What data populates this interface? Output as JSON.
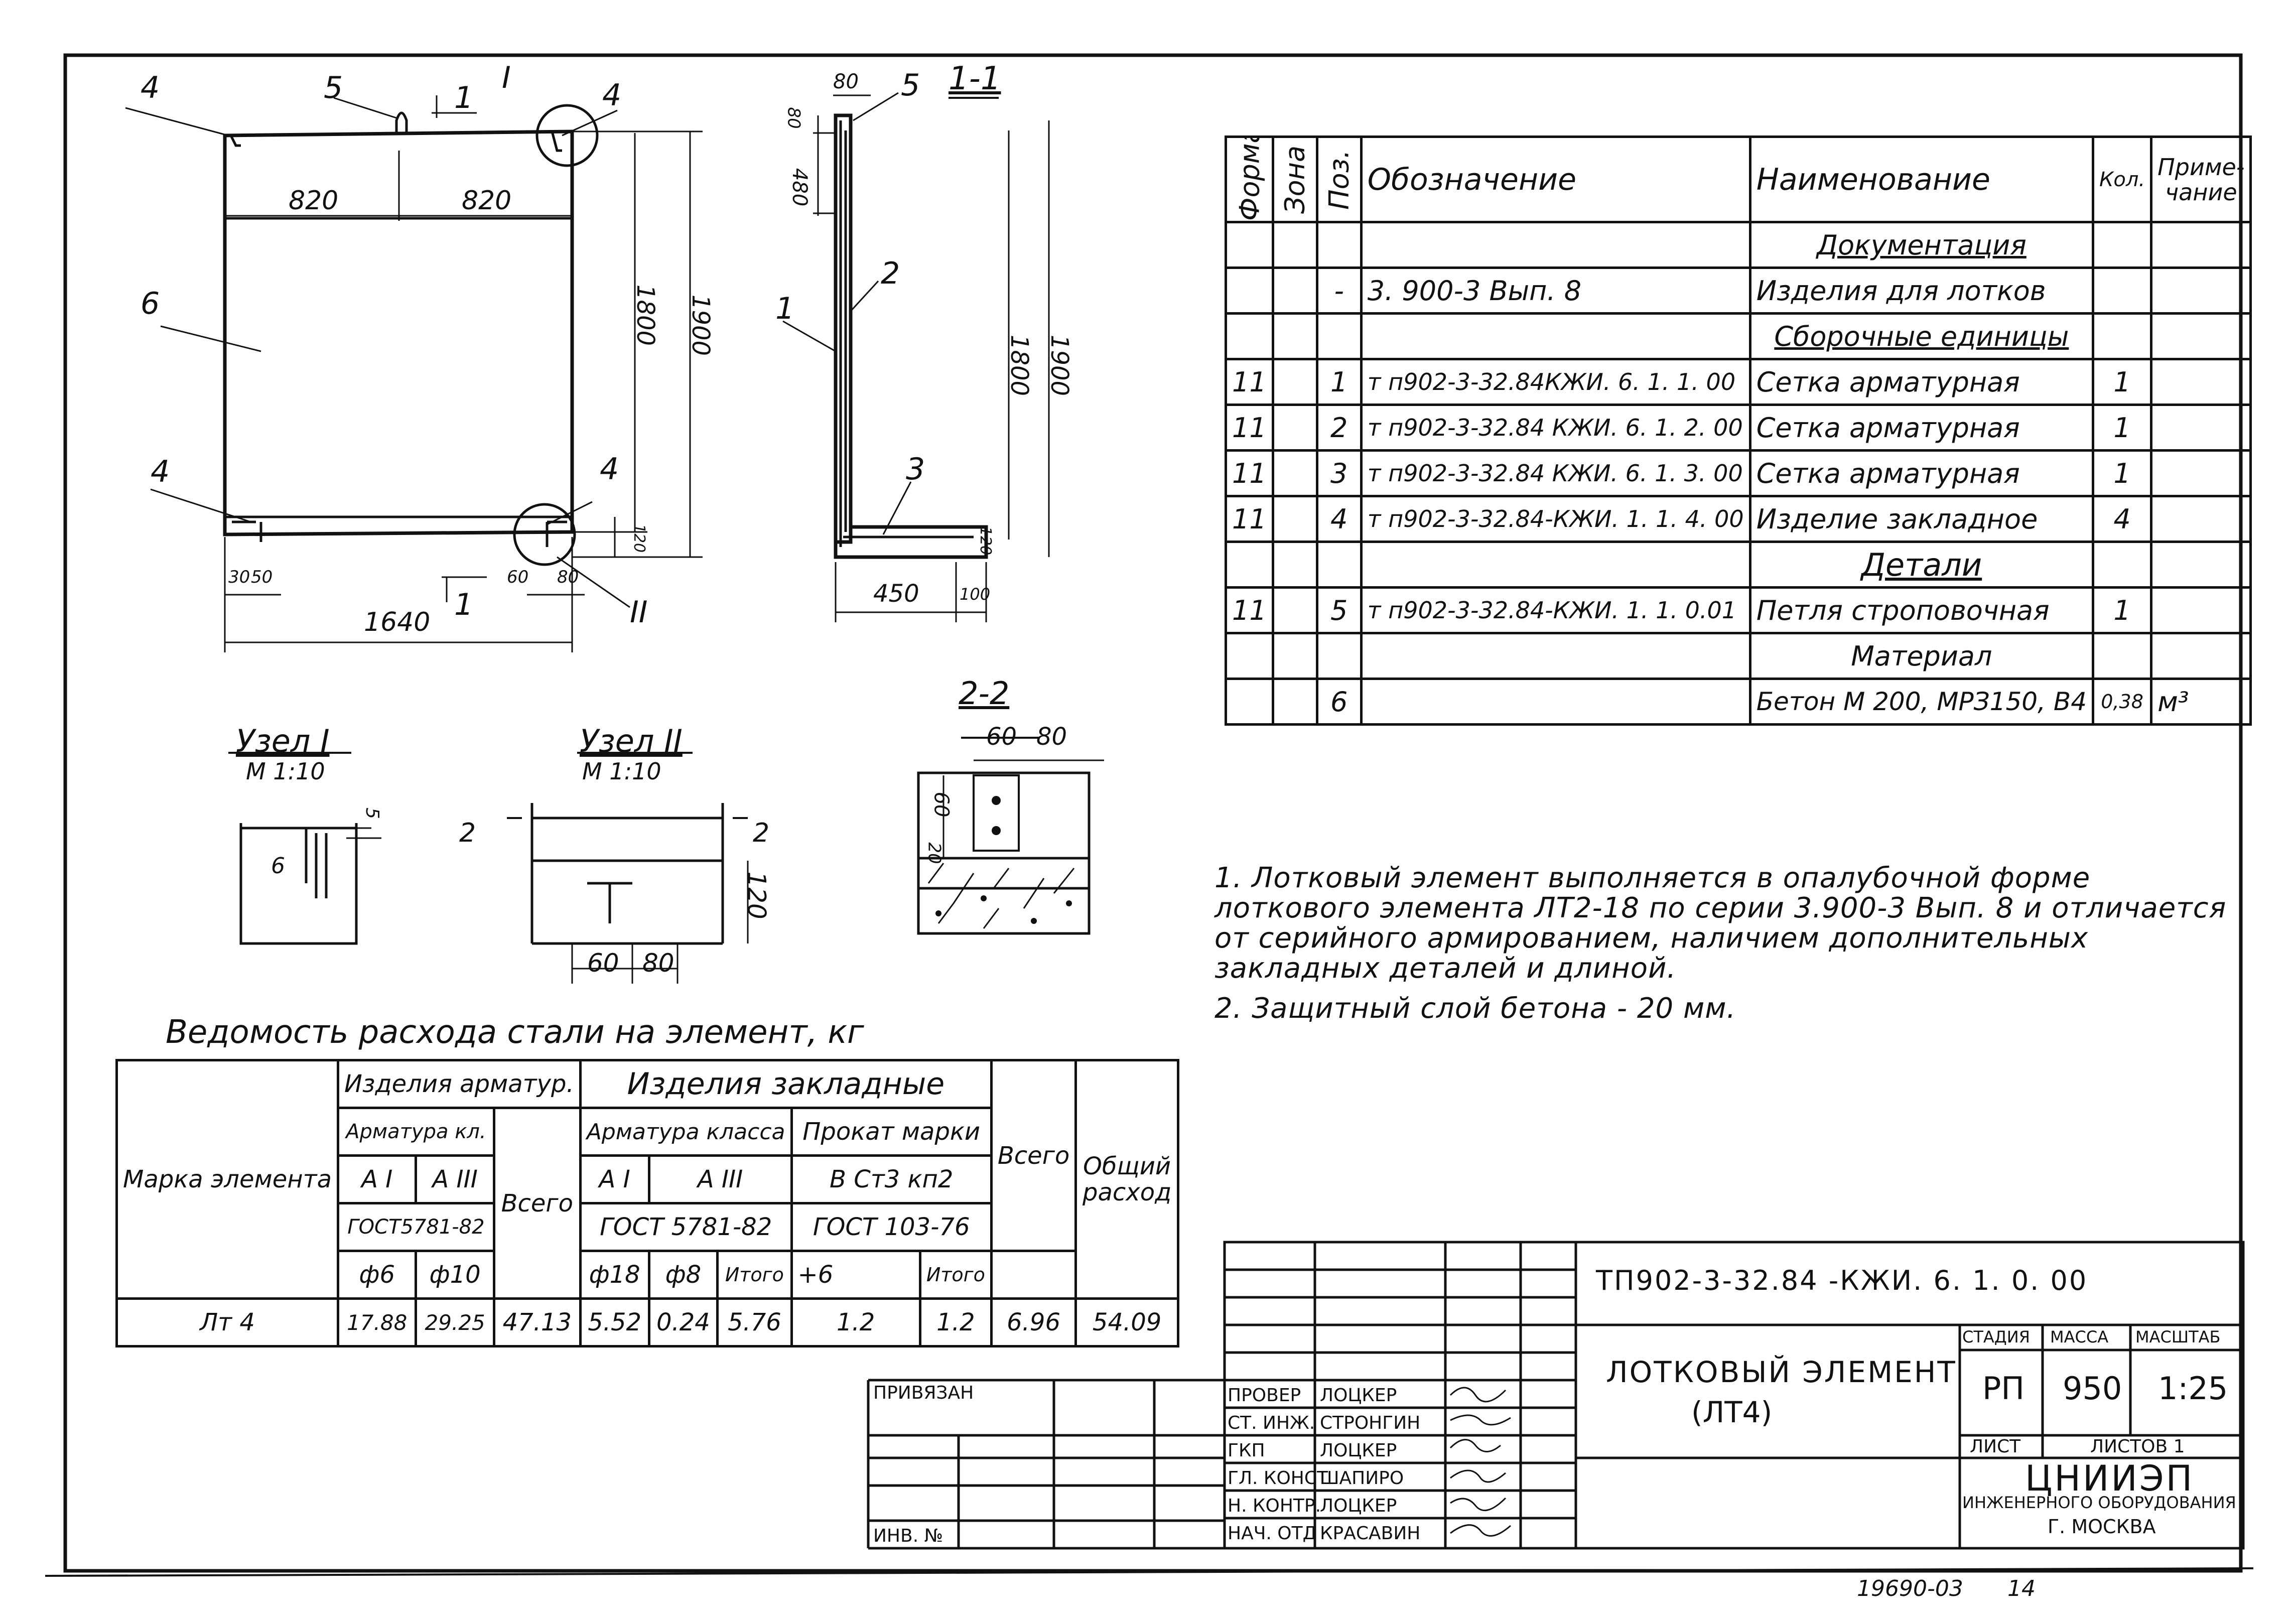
{
  "views": {
    "elevation": {
      "pos_labels": [
        "4",
        "5",
        "1",
        "I",
        "4",
        "6",
        "4",
        "4",
        "II",
        "1"
      ],
      "dims": [
        "820",
        "820",
        "1800",
        "1900",
        "1640",
        "30",
        "50",
        "60",
        "80",
        "120"
      ]
    },
    "section_1_1": {
      "title": "1-1",
      "pos_labels": [
        "80",
        "5",
        "1",
        "2",
        "3"
      ],
      "dims": [
        "80",
        "480",
        "1800",
        "1900",
        "450",
        "100",
        "120"
      ]
    },
    "node_1": {
      "title": "Узел I",
      "scale": "М 1:10",
      "labels": [
        "6",
        "5"
      ]
    },
    "node_2": {
      "title": "Узел II",
      "scale": "М 1:10",
      "labels": [
        "2",
        "2",
        "120",
        "60",
        "80"
      ]
    },
    "section_2_2": {
      "title": "2-2",
      "dims": [
        "60",
        "80",
        "60",
        "20"
      ]
    }
  },
  "spec_table": {
    "headers": {
      "format": "Формат",
      "zone": "Зона",
      "pos": "Поз.",
      "designation": "Обозначение",
      "name": "Наименование",
      "qty": "Кол.",
      "note": "Приме-чание"
    },
    "rows": [
      {
        "format": "",
        "pos": "",
        "designation": "",
        "name": "Документация",
        "qty": "",
        "note": "",
        "section": true
      },
      {
        "format": "",
        "pos": "-",
        "designation": "3. 900-3   Вып. 8",
        "name": "Изделия для лотков",
        "qty": "",
        "note": ""
      },
      {
        "format": "",
        "pos": "",
        "designation": "",
        "name": "Сборочные единицы",
        "qty": "",
        "note": "",
        "section": true
      },
      {
        "format": "11",
        "pos": "1",
        "designation": "т п902-3-32.84КЖИ. 6. 1. 1. 00",
        "name": "Сетка арматурная",
        "qty": "1",
        "note": ""
      },
      {
        "format": "11",
        "pos": "2",
        "designation": "т п902-3-32.84 КЖИ. 6. 1. 2. 00",
        "name": "Сетка арматурная",
        "qty": "1",
        "note": ""
      },
      {
        "format": "11",
        "pos": "3",
        "designation": "т п902-3-32.84 КЖИ. 6. 1. 3. 00",
        "name": "Сетка арматурная",
        "qty": "1",
        "note": ""
      },
      {
        "format": "11",
        "pos": "4",
        "designation": "т п902-3-32.84-КЖИ. 1. 1. 4. 00",
        "name": "Изделие закладное",
        "qty": "4",
        "note": ""
      },
      {
        "format": "",
        "pos": "",
        "designation": "",
        "name": "Детали",
        "qty": "",
        "note": "",
        "section": true
      },
      {
        "format": "11",
        "pos": "5",
        "designation": "т п902-3-32.84-КЖИ. 1. 1. 0.01",
        "name": "Петля строповочная",
        "qty": "1",
        "note": ""
      },
      {
        "format": "",
        "pos": "",
        "designation": "",
        "name": "Материал",
        "qty": "",
        "note": ""
      },
      {
        "format": "",
        "pos": "6",
        "designation": "",
        "name": "Бетон М 200, МРЗ150, В4",
        "qty": "0,38",
        "note": "м³"
      }
    ]
  },
  "notes": [
    "1. Лотковый элемент выполняется в опалубочной форме лоткового элемента ЛТ2-18 по серии 3.900-3 Вып. 8 и отличается от серийного армированием, наличием дополнительных закладных деталей и длиной.",
    "2. Защитный слой бетона - 20 мм."
  ],
  "steel_table": {
    "title": "Ведомость расхода стали на элемент, кг",
    "h_mark": "Марка элемента",
    "h_rebar_items": "Изделия арматур.",
    "h_embedded": "Изделия закладные",
    "h_rebar_class": "Арматура кл.",
    "h_total": "Всего",
    "h_rebar_class2": "Арматура класса",
    "h_rolled": "Прокат марки",
    "h_total2": "Всего",
    "h_overall": "Общий расход",
    "h_a1": "А I",
    "h_a3": "А III",
    "h_a1b": "А I",
    "h_a3b": "А III",
    "h_vst": "В Ст3 кп2",
    "h_gost1": "ГОСТ5781-82",
    "h_gost2": "ГОСТ 5781-82",
    "h_gost3": "ГОСТ 103-76",
    "h_d6": "ф6",
    "h_d10": "ф10",
    "h_d18": "ф18",
    "h_d8": "ф8",
    "h_itogo": "Итого",
    "h_plus6": "+6",
    "h_itogo2": "Итого",
    "row": {
      "mark": "Лт 4",
      "d6": "17.88",
      "d10": "29.25",
      "total": "47.13",
      "d18": "5.52",
      "d8": "0.24",
      "itogo": "5.76",
      "plus6": "1.2",
      "itogo2": "1.2",
      "total2": "6.96",
      "overall": "54.09"
    }
  },
  "title_block": {
    "code": "ТП902-3-32.84 -КЖИ. 6. 1. 0. 00",
    "element_name": "Лотковый элемент",
    "element_mark": "(ЛТ4)",
    "stage_h": "Стадия",
    "mass_h": "Масса",
    "scale_h": "Масштаб",
    "stage": "РП",
    "mass": "950",
    "scale": "1:25",
    "sheet_h": "Лист",
    "sheets_h": "Листов 1",
    "org1": "ЦНИИЭП",
    "org2": "инженерного оборудования",
    "org3": "г. Москва",
    "bound": "Привязан",
    "inv": "Инв. №",
    "people": [
      {
        "role": "Провер",
        "name": "Лоцкер"
      },
      {
        "role": "Ст. инж.",
        "name": "Стронгин"
      },
      {
        "role": "ГКП",
        "name": "Лоцкер"
      },
      {
        "role": "Гл. конст",
        "name": "Шапиро"
      },
      {
        "role": "Н. контр.",
        "name": "Лоцкер"
      },
      {
        "role": "Нач. отд",
        "name": "Красавин"
      }
    ]
  },
  "footer": {
    "number": "19690-03",
    "page": "14"
  }
}
